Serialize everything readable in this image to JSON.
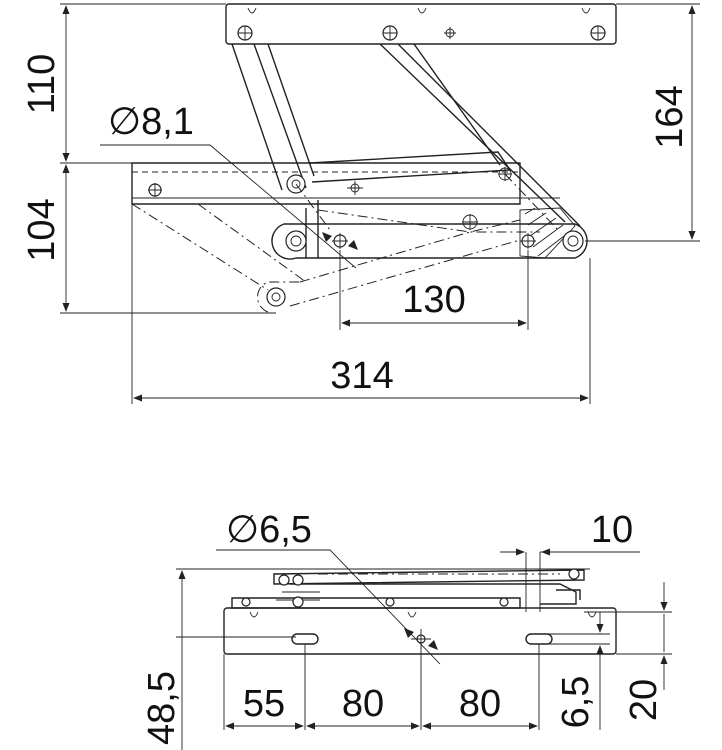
{
  "top_view": {
    "dims": {
      "height_upper": "110",
      "height_lower": "104",
      "height_total": "164",
      "hole_diameter": "∅8,1",
      "pivot_spacing": "130",
      "overall_length": "314"
    }
  },
  "bottom_view": {
    "dims": {
      "hole_diameter": "∅6,5",
      "edge_offset": "10",
      "spacing_first": "55",
      "spacing_second": "80",
      "spacing_third": "80",
      "slot_width": "6,5",
      "plate_height": "20",
      "total_height": "48,5"
    }
  }
}
